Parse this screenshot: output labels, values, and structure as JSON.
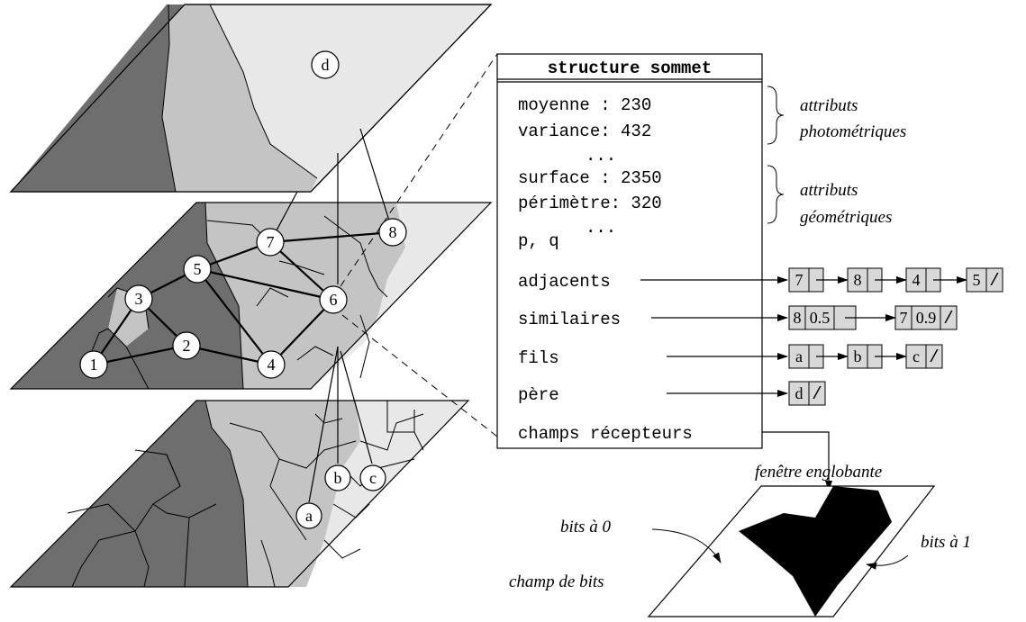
{
  "structure": {
    "title": "structure sommet",
    "rows": [
      "moyenne : 230",
      "variance: 432",
      "...",
      "surface : 2350",
      "périmètre: 320",
      "...",
      "p, q",
      "adjacents",
      "similaires",
      "fils",
      "père",
      "champs récepteurs"
    ]
  },
  "annotations": {
    "attributs_1": "attributs",
    "photometriques": "photométriques",
    "attributs_2": "attributs",
    "geometriques": "géométriques",
    "fenetre": "fenêtre englobante",
    "bits0": "bits à 0",
    "bits1": "bits à 1",
    "champ": "champ de bits"
  },
  "graph_nodes": [
    "1",
    "2",
    "3",
    "4",
    "5",
    "6",
    "7",
    "8"
  ],
  "lower_nodes": [
    "a",
    "b",
    "c"
  ],
  "upper_node": "d",
  "lists": {
    "adjacents": [
      [
        "7"
      ],
      [
        "8"
      ],
      [
        "4"
      ],
      [
        "5",
        "/"
      ]
    ],
    "similaires": [
      [
        "8",
        "0.5"
      ],
      [
        "7",
        "0.9",
        "/"
      ]
    ],
    "fils": [
      [
        "a"
      ],
      [
        "b"
      ],
      [
        "c",
        "/"
      ]
    ],
    "pere": [
      [
        "d",
        "/"
      ]
    ]
  },
  "colors": {
    "dark": "#6e6e6e",
    "mid": "#c4c4c4",
    "light": "#e8e8e8",
    "cell": "#d8d8d8",
    "black": "#000000"
  }
}
